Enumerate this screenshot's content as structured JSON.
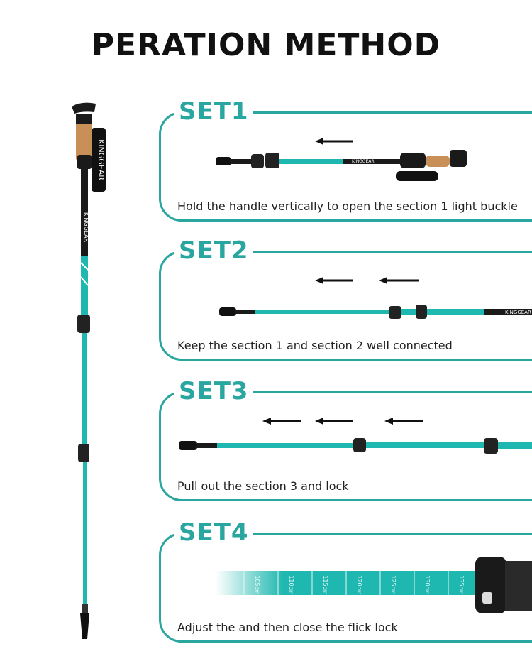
{
  "page_title": "PERATION METHOD",
  "pole_brand": "KINGGEAR",
  "colors": {
    "accent": "#2aa6a0",
    "shaft": "#1fb8b0",
    "dark": "#1a1a1a",
    "cork": "#c89058"
  },
  "steps": [
    {
      "title": "SET1",
      "caption": "Hold the handle vertically to open the section 1 light buckle"
    },
    {
      "title": "SET2",
      "caption": "Keep the section 1 and section 2 well connected"
    },
    {
      "title": "SET3",
      "caption": "Pull out the section 3 and lock"
    },
    {
      "title": "SET4",
      "caption": "Adjust the and then close the flick lock",
      "scale_marks": [
        "105cm",
        "110cm",
        "115cm",
        "120cm",
        "125cm",
        "130cm",
        "135cm"
      ]
    }
  ]
}
